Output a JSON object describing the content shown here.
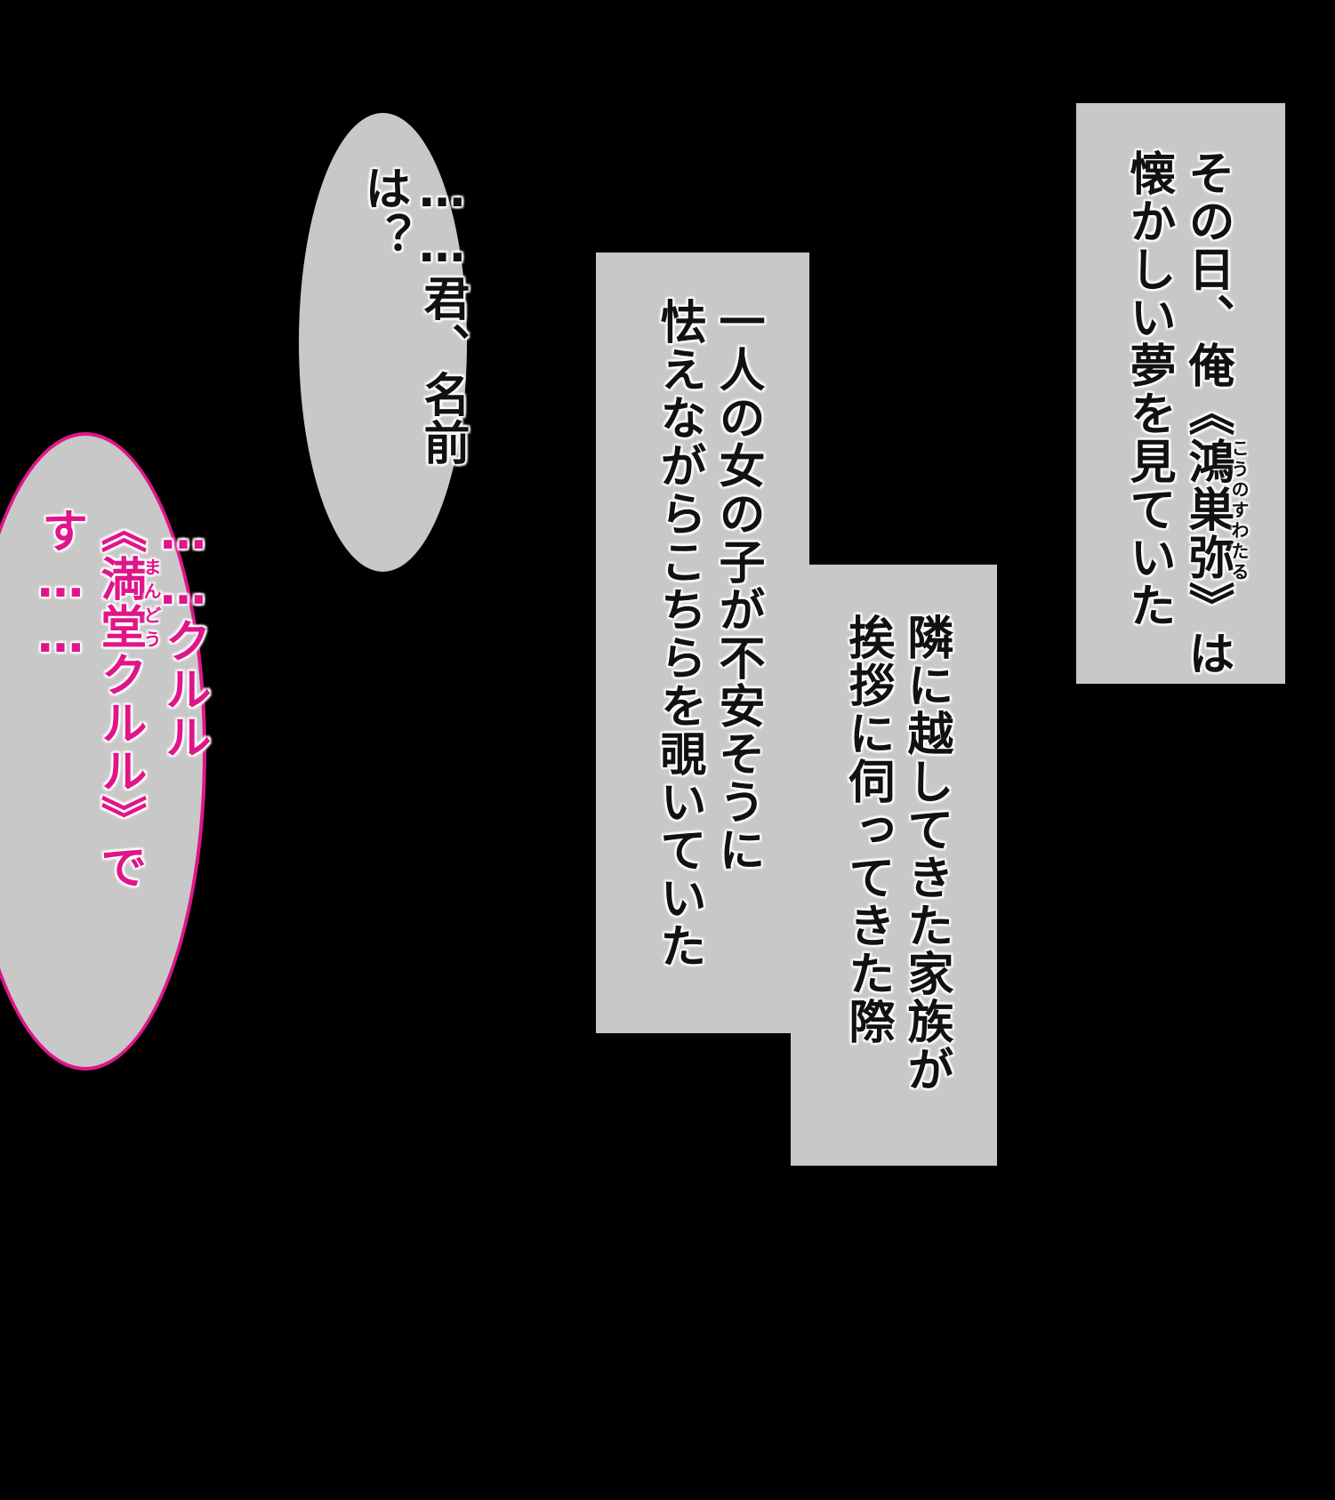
{
  "caption_1": {
    "line_1_before": "その日、俺《",
    "name": "鴻巣弥",
    "name_ruby": "こうのすわたる",
    "line_1_after": "》は",
    "line_2": "懐かしい夢を見ていた"
  },
  "caption_2": {
    "line_1": "一人の女の子が不安そうに",
    "line_2": "怯えながらこちらを覗いていた"
  },
  "caption_3": {
    "line_1": "隣に越してきた家族が",
    "line_2": "挨拶に伺ってきた際"
  },
  "bubble_question": {
    "text": "……君、名前は？"
  },
  "bubble_answer": {
    "line_1": "……クルル",
    "line_2_before": "《",
    "surname": "満堂",
    "surname_ruby": "まんどう",
    "line_2_after": "クルル》です……",
    "accent_color": "#e0158a"
  }
}
